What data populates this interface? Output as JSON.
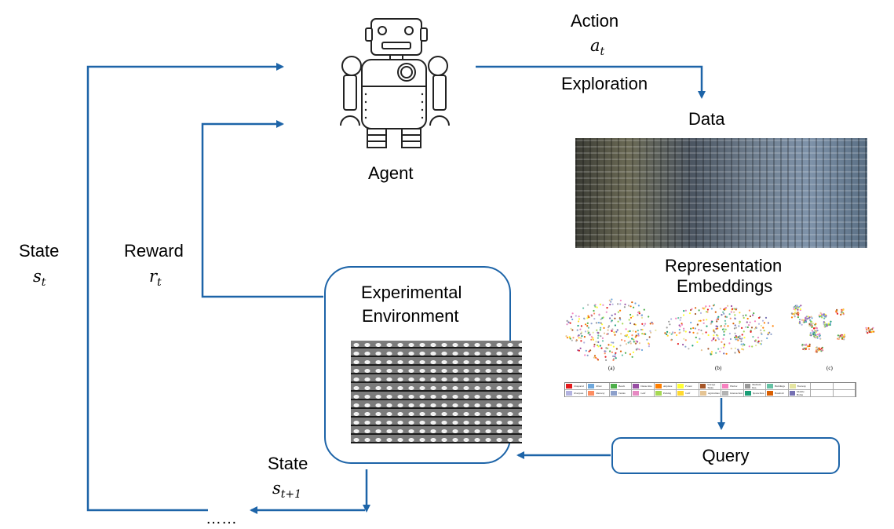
{
  "labels": {
    "action": "Action",
    "exploration": "Exploration",
    "data": "Data",
    "agent": "Agent",
    "state_left": "State",
    "reward": "Reward",
    "env_line1": "Experimental",
    "env_line2": "Environment",
    "repr_line1": "Representation",
    "repr_line2": "Embeddings",
    "query": "Query",
    "state_bottom": "State",
    "ellipsis": "……"
  },
  "math": {
    "action_var": "a",
    "action_sub": "t",
    "state_var": "s",
    "state_sub": "t",
    "reward_var": "r",
    "reward_sub": "t",
    "next_state_var": "s",
    "next_state_sub": "t+1"
  },
  "embedding_panels": [
    "(a)",
    "(b)",
    "(c)"
  ],
  "legend": [
    {
      "name": "Chaparral",
      "color": "#e41a1c"
    },
    {
      "name": "River",
      "color": "#6fa8dc"
    },
    {
      "name": "Beach",
      "color": "#4daf4a"
    },
    {
      "name": "Dense Res.",
      "color": "#984ea3"
    },
    {
      "name": "Airplane",
      "color": "#ff7f00"
    },
    {
      "name": "Forest",
      "color": "#ffff33"
    },
    {
      "name": "Storage Tanks",
      "color": "#a65628"
    },
    {
      "name": "Harbor",
      "color": "#f781bf"
    },
    {
      "name": "Medium Res.",
      "color": "#999999"
    },
    {
      "name": "Buildings",
      "color": "#66c2a5"
    },
    {
      "name": "Freeway",
      "color": "#e5e5a0"
    },
    {
      "name": "",
      "color": "#ffffff"
    },
    {
      "name": "",
      "color": "#ffffff"
    },
    {
      "name": "Overpass",
      "color": "#b3b3e0"
    },
    {
      "name": "Runway",
      "color": "#fc8d62"
    },
    {
      "name": "Tennis",
      "color": "#8da0cb"
    },
    {
      "name": "Golf",
      "color": "#e78ac3"
    },
    {
      "name": "Parking",
      "color": "#a6d854"
    },
    {
      "name": "Golf",
      "color": "#ffd92f"
    },
    {
      "name": "Agriculture",
      "color": "#e5c494"
    },
    {
      "name": "Intersection",
      "color": "#b3b3b3"
    },
    {
      "name": "Sparse Res.",
      "color": "#1b9e77"
    },
    {
      "name": "Baseball",
      "color": "#d95f02"
    },
    {
      "name": "Mobile Home",
      "color": "#7570b3"
    },
    {
      "name": "",
      "color": "#ffffff"
    },
    {
      "name": "",
      "color": "#ffffff"
    }
  ],
  "colors": {
    "arrow": "#1d64a8",
    "box_border": "#1d64a8"
  }
}
